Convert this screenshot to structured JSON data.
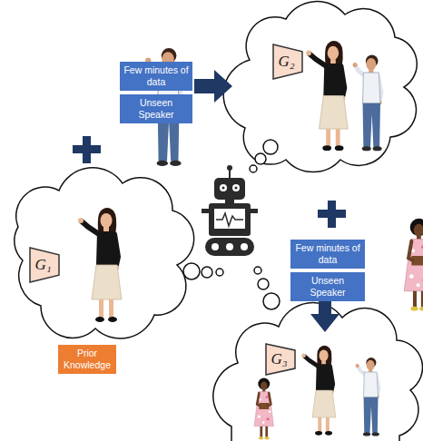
{
  "diagram": {
    "nodes": [
      {
        "text": [
          "Few minutes of data"
        ]
      },
      {
        "text": [
          "Unseen Speaker"
        ]
      },
      {
        "text": [
          "G₂"
        ]
      },
      {
        "text": [
          "G₁"
        ]
      },
      {
        "text": [
          "Few minutes of data"
        ]
      },
      {
        "text": [
          "Unseen Speaker"
        ]
      },
      {
        "text": [
          "Prior Knowledge"
        ]
      },
      {
        "text": [
          "G₃"
        ]
      }
    ]
  }
}
